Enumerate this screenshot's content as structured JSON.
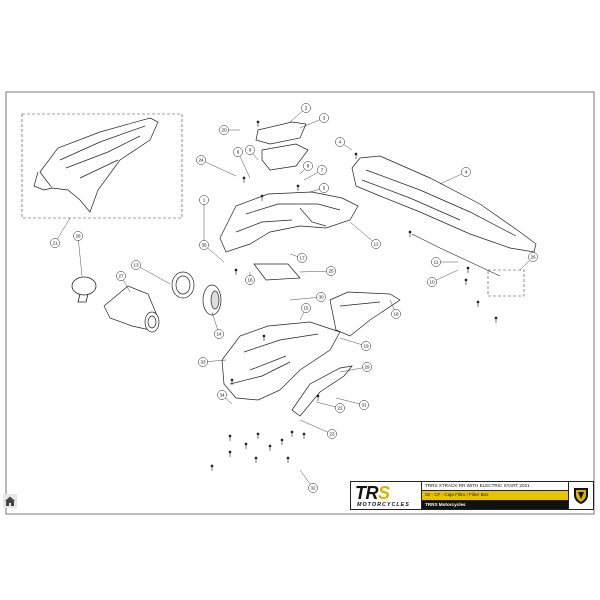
{
  "page": {
    "background": "#ffffff",
    "line_color": "#222222"
  },
  "callouts": [
    "1",
    "2",
    "3",
    "4",
    "5",
    "6",
    "7",
    "8",
    "9",
    "10",
    "11",
    "12",
    "13",
    "14",
    "15",
    "16",
    "17",
    "18",
    "19",
    "20",
    "21",
    "22",
    "23",
    "24",
    "25",
    "26",
    "27",
    "28",
    "29",
    "30",
    "31",
    "32",
    "33",
    "34",
    "35"
  ],
  "title_block": {
    "brand_main": "TR",
    "brand_accent": "S",
    "brand_tagline": "MOTORCYCLES",
    "row1": "TRRS XTRACK RR WITH ELECTRIC START 2021",
    "row2": "02 - CF - Caja Filtro / Filter Box",
    "row3": "TRRS Motorcycles",
    "highlight_color": "#e8c400",
    "emblem_color": "#d7b300"
  },
  "home": {
    "icon": "home-icon"
  }
}
